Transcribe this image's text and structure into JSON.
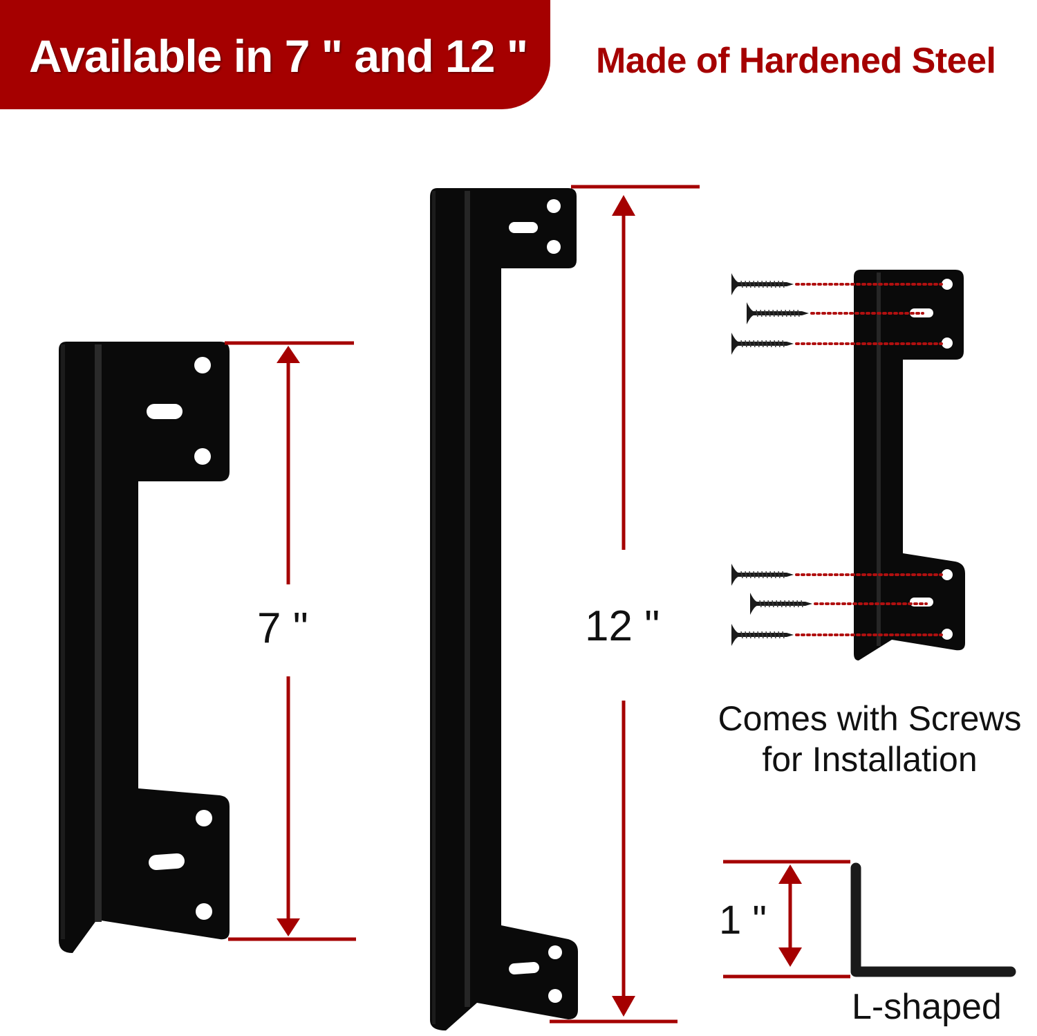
{
  "header": {
    "banner_text": "Available in 7 \" and 12 \"",
    "feature_text": "Made of Hardened Steel"
  },
  "colors": {
    "brand_red": "#a50000",
    "bracket_black": "#0a0a0a",
    "background": "#ffffff"
  },
  "products": [
    {
      "name": "7-inch bracket",
      "dimension_label": "7 \""
    },
    {
      "name": "12-inch bracket",
      "dimension_label": "12 \""
    }
  ],
  "screws_section": {
    "caption_line1": "Comes with Screws",
    "caption_line2": "for Installation",
    "screw_count": 6
  },
  "profile_section": {
    "dimension_label": "1 \"",
    "shape_label": "L-shaped"
  }
}
